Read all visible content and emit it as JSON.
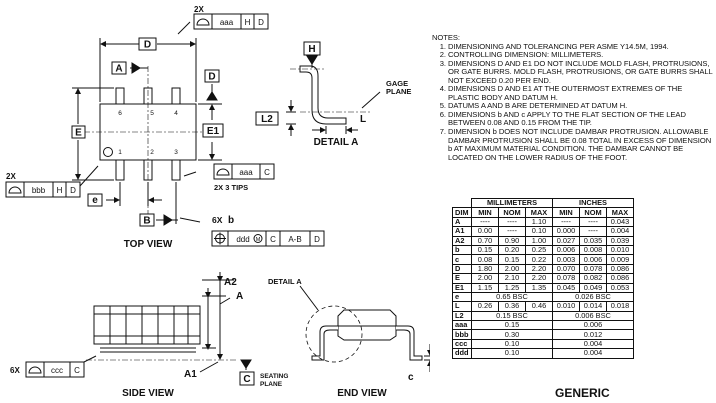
{
  "drawing": {
    "top_view": {
      "title": "TOP VIEW",
      "dim_d": "D",
      "dim_e": "E",
      "dim_e1": "E1",
      "datum_a": "A",
      "datum_b": "B",
      "datum_d": "D",
      "dim_e_pitch": "e",
      "tol_aaa_top": {
        "count": "2X",
        "tol": "aaa",
        "d1": "H",
        "d2": "D"
      },
      "tol_bbb": {
        "count": "2X",
        "tol": "bbb",
        "d1": "H",
        "d2": "D"
      },
      "tol_aaa_tips": {
        "tol": "aaa",
        "d1": "C",
        "note": "2X 3 TIPS"
      },
      "tol_ddd": {
        "count": "6X",
        "dim": "b",
        "tol": "ddd",
        "mod": "M",
        "d1": "C",
        "d2": "A-B",
        "d3": "D"
      },
      "pins_top": [
        "6",
        "5",
        "4"
      ],
      "pins_bottom": [
        "1",
        "2",
        "3"
      ]
    },
    "detail_a": {
      "title": "DETAIL A",
      "datum_h": "H",
      "gage_plane": "GAGE\nPLANE",
      "gage_lines": [
        "GAGE",
        "PLANE"
      ],
      "l2": "L2",
      "l": "L"
    },
    "side_view": {
      "title": "SIDE VIEW",
      "a2": "A2",
      "a": "A",
      "a1": "A1",
      "datum_c": "C",
      "seating_lines": [
        "SEATING",
        "PLANE"
      ],
      "tol_ccc": {
        "count": "6X",
        "tol": "ccc",
        "d1": "C"
      }
    },
    "end_view": {
      "title": "END VIEW",
      "detail_label": "DETAIL A",
      "c": "c"
    }
  },
  "notes": {
    "heading": "NOTES:",
    "items": [
      "DIMENSIONING AND TOLERANCING PER ASME Y14.5M, 1994.",
      "CONTROLLING DIMENSION: MILLIMETERS.",
      "DIMENSIONS D AND E1 DO NOT INCLUDE MOLD FLASH, PROTRUSIONS, OR GATE BURRS. MOLD FLASH, PROTRUSIONS, OR GATE BURRS SHALL NOT EXCEED 0.20 PER END.",
      "DIMENSIONS D AND E1 AT THE OUTERMOST EXTREMES OF THE PLASTIC BODY AND DATUM H.",
      "DATUMS A AND B ARE DETERMINED AT DATUM H.",
      "DIMENSIONS b AND c APPLY TO THE FLAT SECTION OF THE LEAD BETWEEN 0.08 AND 0.15 FROM THE TIP.",
      "DIMENSION b DOES NOT INCLUDE DAMBAR PROTRUSION. ALLOWABLE DAMBAR PROTRUSION SHALL BE 0.08 TOTAL IN EXCESS OF DIMENSION b AT MAXIMUM MATERIAL CONDITION. THE DAMBAR CANNOT BE LOCATED ON THE LOWER RADIUS OF THE FOOT."
    ]
  },
  "table": {
    "group_mm": "MILLIMETERS",
    "group_in": "INCHES",
    "header": [
      "DIM",
      "MIN",
      "NOM",
      "MAX",
      "MIN",
      "NOM",
      "MAX"
    ],
    "rows": [
      {
        "dim": "A",
        "mm": [
          "----",
          "----",
          "1.10"
        ],
        "in": [
          "----",
          "----",
          "0.043"
        ]
      },
      {
        "dim": "A1",
        "mm": [
          "0.00",
          "----",
          "0.10"
        ],
        "in": [
          "0.000",
          "----",
          "0.004"
        ]
      },
      {
        "dim": "A2",
        "mm": [
          "0.70",
          "0.90",
          "1.00"
        ],
        "in": [
          "0.027",
          "0.035",
          "0.039"
        ]
      },
      {
        "dim": "b",
        "mm": [
          "0.15",
          "0.20",
          "0.25"
        ],
        "in": [
          "0.006",
          "0.008",
          "0.010"
        ]
      },
      {
        "dim": "c",
        "mm": [
          "0.08",
          "0.15",
          "0.22"
        ],
        "in": [
          "0.003",
          "0.006",
          "0.009"
        ]
      },
      {
        "dim": "D",
        "mm": [
          "1.80",
          "2.00",
          "2.20"
        ],
        "in": [
          "0.070",
          "0.078",
          "0.086"
        ]
      },
      {
        "dim": "E",
        "mm": [
          "2.00",
          "2.10",
          "2.20"
        ],
        "in": [
          "0.078",
          "0.082",
          "0.086"
        ]
      },
      {
        "dim": "E1",
        "mm": [
          "1.15",
          "1.25",
          "1.35"
        ],
        "in": [
          "0.045",
          "0.049",
          "0.053"
        ]
      }
    ],
    "e_row": {
      "dim": "e",
      "mm": "0.65 BSC",
      "in": "0.026 BSC"
    },
    "l_row": {
      "dim": "L",
      "mm": [
        "0.26",
        "0.36",
        "0.46"
      ],
      "in": [
        "0.010",
        "0.014",
        "0.018"
      ]
    },
    "l2_row": {
      "dim": "L2",
      "mm": "0.15 BSC",
      "in": "0.006 BSC"
    },
    "tol_rows": [
      {
        "dim": "aaa",
        "mm": "0.15",
        "in": "0.006"
      },
      {
        "dim": "bbb",
        "mm": "0.30",
        "in": "0.012"
      },
      {
        "dim": "ccc",
        "mm": "0.10",
        "in": "0.004"
      },
      {
        "dim": "ddd",
        "mm": "0.10",
        "in": "0.004"
      }
    ]
  },
  "footer": {
    "label": "GENERIC"
  }
}
